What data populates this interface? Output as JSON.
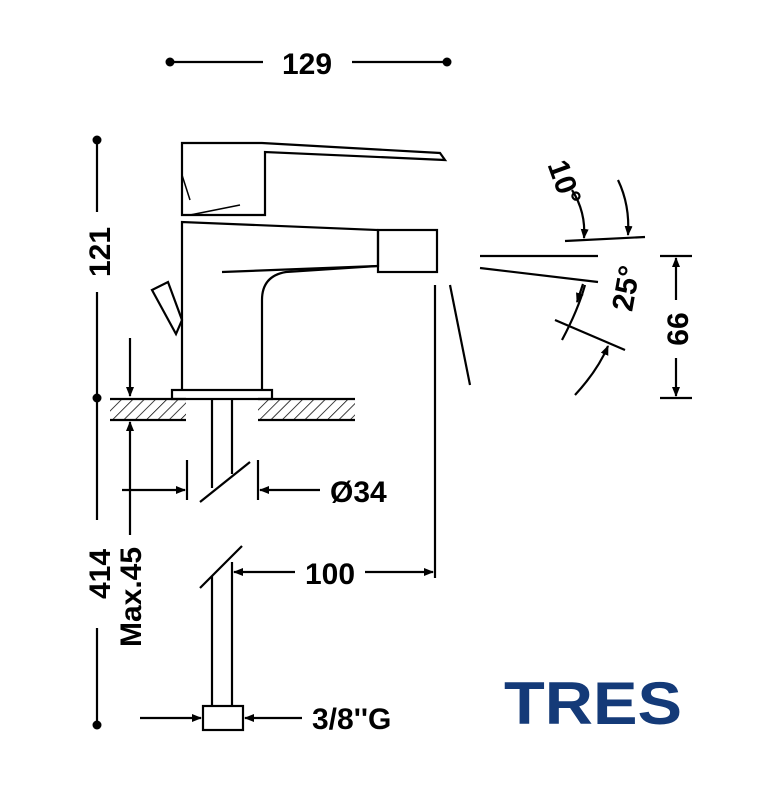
{
  "dimensions": {
    "width_total": "129",
    "height_body": "121",
    "height_total": "414",
    "max_counter": "Max.45",
    "hole_diameter": "Ø34",
    "spout_reach": "100",
    "connection": "3/8''G",
    "spout_height": "66",
    "angle_up": "10°",
    "angle_down": "25°"
  },
  "logo": {
    "text": "TRES",
    "color": "#143a78"
  }
}
